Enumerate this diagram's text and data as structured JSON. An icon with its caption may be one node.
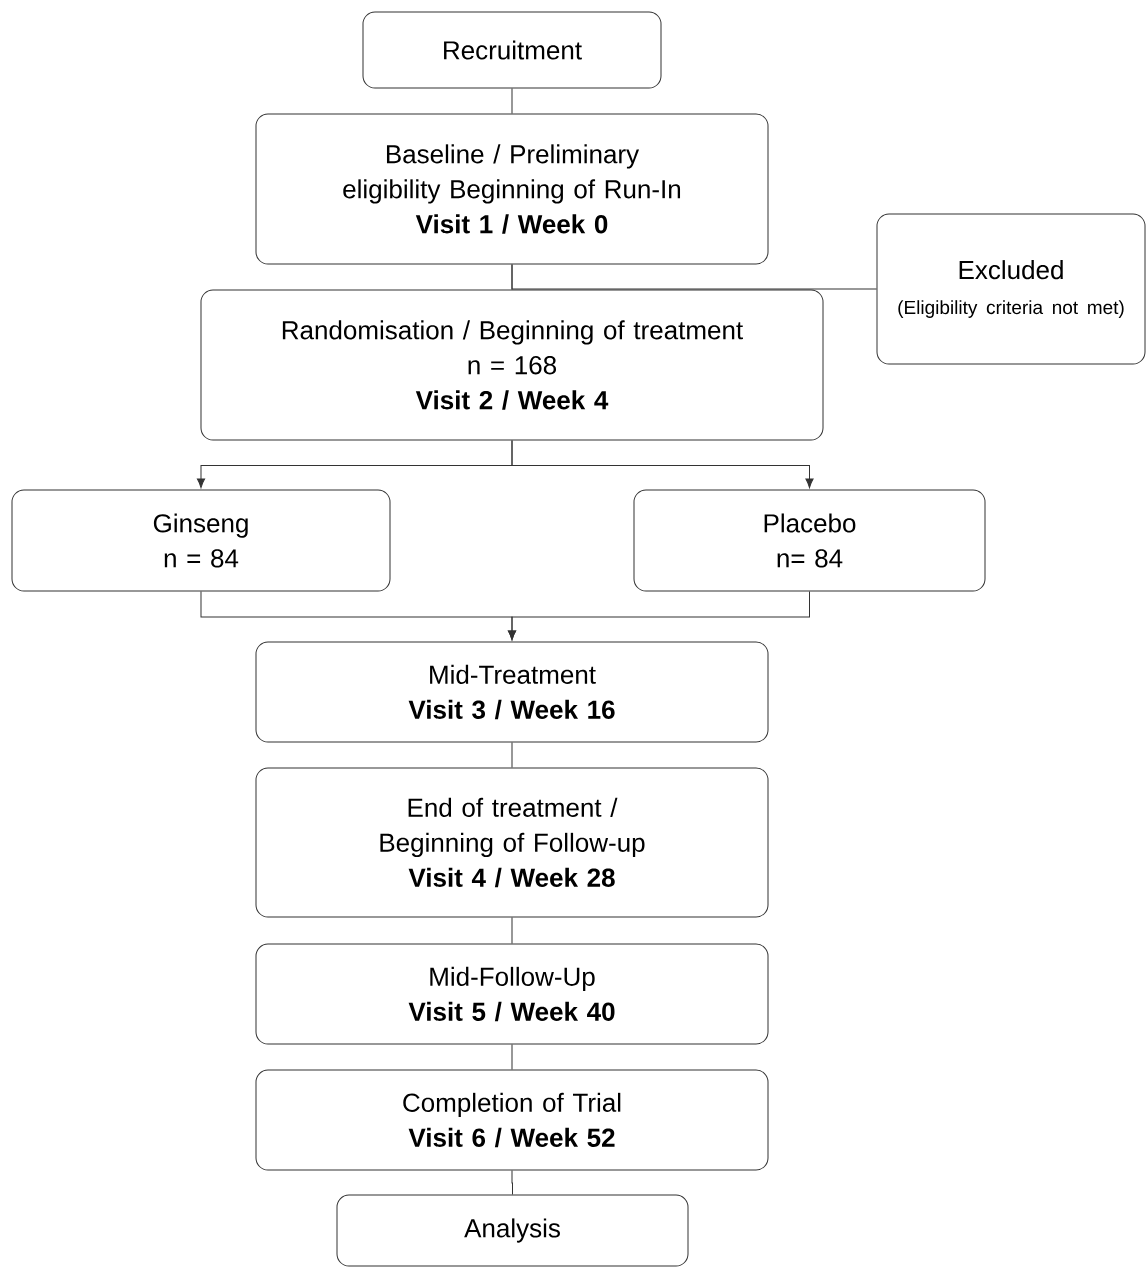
{
  "diagram": {
    "nodes": [
      {
        "text": [
          "Recruitment"
        ]
      },
      {
        "text": [
          "Baseline / Preliminary eligibility Beginning of Run-In",
          "Visit 1 / Week 0"
        ]
      },
      {
        "text": [
          "Excluded",
          "(Eligibility criteria not met)"
        ]
      },
      {
        "text": [
          "Randomisation / Beginning of treatment",
          "n = 168",
          "Visit 2 / Week 4"
        ]
      },
      {
        "text": [
          "Ginseng",
          "n = 84"
        ]
      },
      {
        "text": [
          "Placebo",
          "n= 84"
        ]
      },
      {
        "text": [
          "Mid-Treatment",
          "Visit 3 / Week 16"
        ]
      },
      {
        "text": [
          "End of treatment / Beginning of Follow-up",
          "Visit 4 / Week 28"
        ]
      },
      {
        "text": [
          "Mid-Follow-Up",
          "Visit 5 / Week 40"
        ]
      },
      {
        "text": [
          "Completion of Trial",
          "Visit 6 / Week 52"
        ]
      },
      {
        "text": [
          "Analysis"
        ]
      }
    ],
    "edges": [
      {
        "from": 0,
        "to": 1,
        "arrow": "none"
      },
      {
        "from": 1,
        "to": 3,
        "arrow": "none"
      },
      {
        "from": 1,
        "to": 2,
        "arrow": "none"
      },
      {
        "from": 3,
        "to": 4,
        "arrow": "to"
      },
      {
        "from": 3,
        "to": 5,
        "arrow": "to"
      },
      {
        "from": 4,
        "to": 6,
        "arrow": "to"
      },
      {
        "from": 5,
        "to": 6,
        "arrow": "to"
      },
      {
        "from": 6,
        "to": 7,
        "arrow": "none"
      },
      {
        "from": 7,
        "to": 8,
        "arrow": "none"
      },
      {
        "from": 8,
        "to": 9,
        "arrow": "none"
      },
      {
        "from": 9,
        "to": 10,
        "arrow": "none"
      }
    ]
  }
}
